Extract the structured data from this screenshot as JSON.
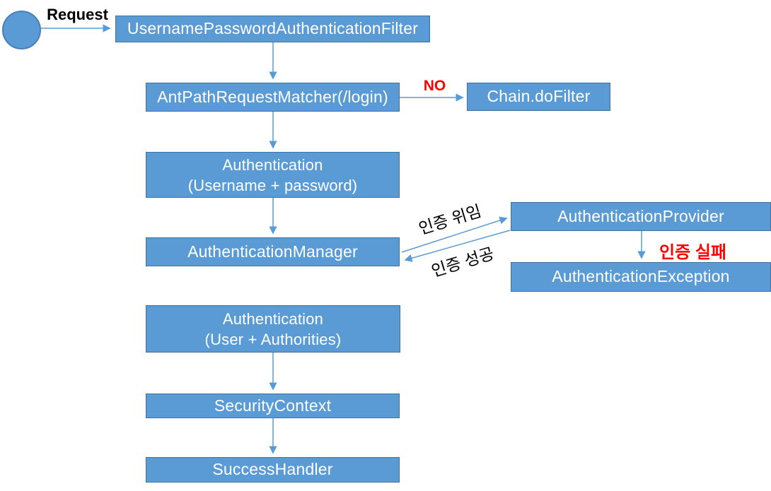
{
  "diagram": {
    "colors": {
      "node_fill": "#5b9bd5",
      "node_border": "#41719c",
      "arrow": "#5b9bd5",
      "alert_text": "#ff0000",
      "edge_label_text": "#000000",
      "node_text": "#ffffff"
    },
    "nodes": {
      "filter": {
        "label": "UsernamePasswordAuthenticationFilter"
      },
      "matcher": {
        "label": "AntPathRequestMatcher(/login)"
      },
      "chain": {
        "label": "Chain.doFilter"
      },
      "auth_request": {
        "line1": "Authentication",
        "line2": "(Username + password)"
      },
      "manager": {
        "label": "AuthenticationManager"
      },
      "provider": {
        "label": "AuthenticationProvider"
      },
      "exception": {
        "label": "AuthenticationException"
      },
      "auth_result": {
        "line1": "Authentication",
        "line2": "(User + Authorities)"
      },
      "security_context": {
        "label": "SecurityContext"
      },
      "success_handler": {
        "label": "SuccessHandler"
      }
    },
    "edge_labels": {
      "request": "Request",
      "no": "NO",
      "delegate": "인증 위임",
      "success": "인증 성공",
      "failure": "인증 실패"
    }
  }
}
